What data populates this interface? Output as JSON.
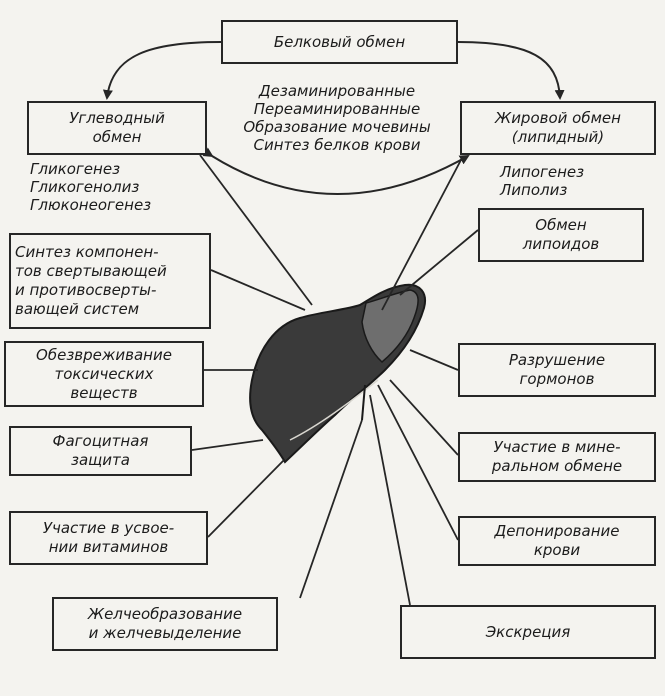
{
  "colors": {
    "ink": "#262626",
    "paper": "#f4f3ef"
  },
  "boxes": {
    "protein": "Белковый обмен",
    "carb": "Углеводный\nобмен",
    "fat": "Жировой обмен\n(липидный)",
    "lipoid": "Обмен\nлипоидов",
    "coag": "Синтез компонен-\nтов свертывающей\nи противосверты-\nвающей систем",
    "detox": "Обезвреживание\nтоксических\nвеществ",
    "hormones": "Разрушение\nгормонов",
    "phago": "Фагоцитная\nзащита",
    "mineral": "Участие в мине-\nральном обмене",
    "vitamins": "Участие в усвое-\nнии витаминов",
    "blood": "Депонирование\nкрови",
    "bile": "Желчеобразование\nи желчевыделение",
    "excretion": "Экскреция"
  },
  "labels": {
    "protein_processes": "Дезаминированные\nПереаминированные\nОбразование мочевины\nСинтез белков крови",
    "carb_processes": "Гликогенез\nГликогенолиз\nГлюконеогенез",
    "fat_processes": "Липогенез\nЛиполиз"
  },
  "icons": {
    "organ": "liver-icon"
  }
}
